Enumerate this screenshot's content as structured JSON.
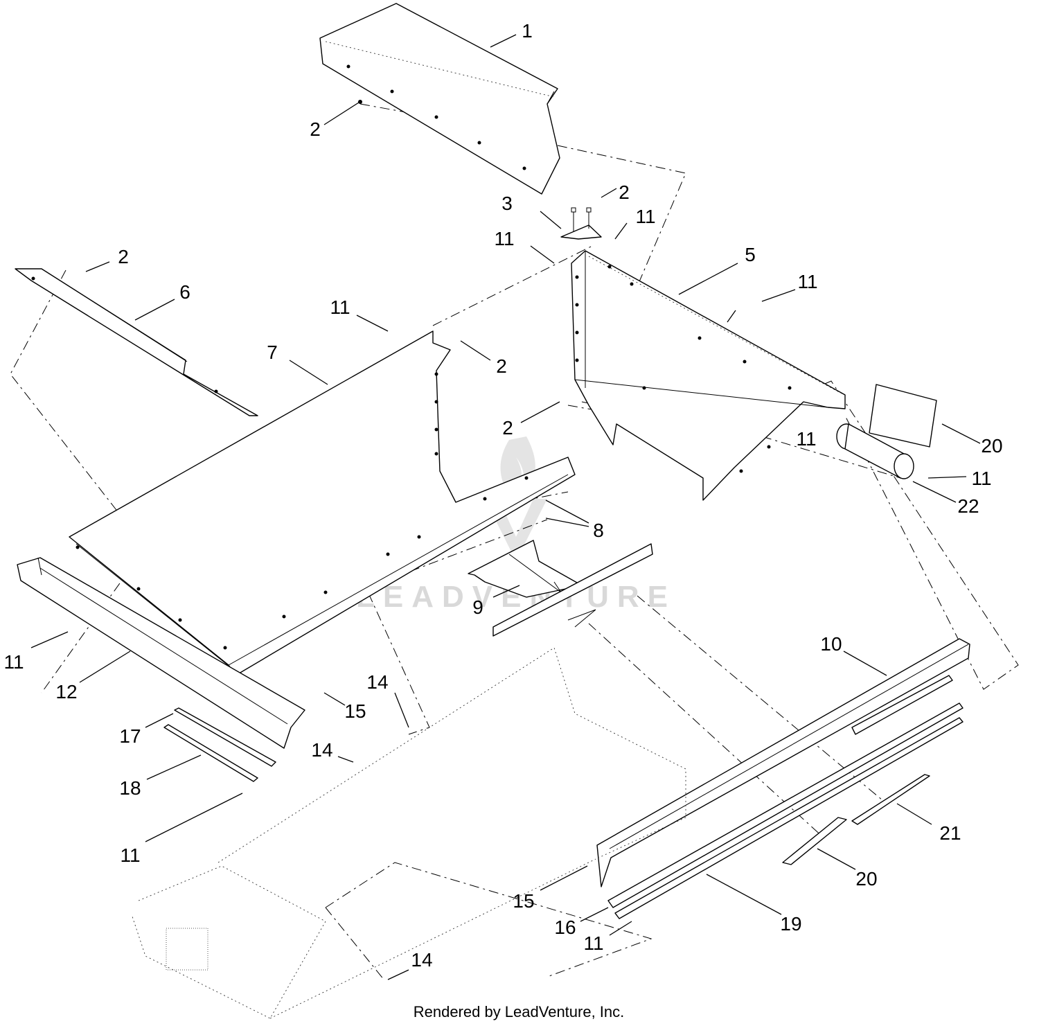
{
  "callouts": {
    "c1": "1",
    "c2a": "2",
    "c2b": "2",
    "c2c": "2",
    "c2d": "2",
    "c2e": "2",
    "c3": "3",
    "c5": "5",
    "c6": "6",
    "c7": "7",
    "c8": "8",
    "c9": "9",
    "c10": "10",
    "c11a": "11",
    "c11b": "11",
    "c11c": "11",
    "c11d": "11",
    "c11e": "11",
    "c11f": "11",
    "c11g": "11",
    "c11h": "11",
    "c11i": "11",
    "c12": "12",
    "c14a": "14",
    "c14b": "14",
    "c14c": "14",
    "c15a": "15",
    "c15b": "15",
    "c16": "16",
    "c17": "17",
    "c18": "18",
    "c19": "19",
    "c20a": "20",
    "c20b": "20",
    "c21": "21",
    "c22": "22"
  },
  "watermark": "LEADVENTURE",
  "footer": "Rendered by LeadVenture, Inc."
}
